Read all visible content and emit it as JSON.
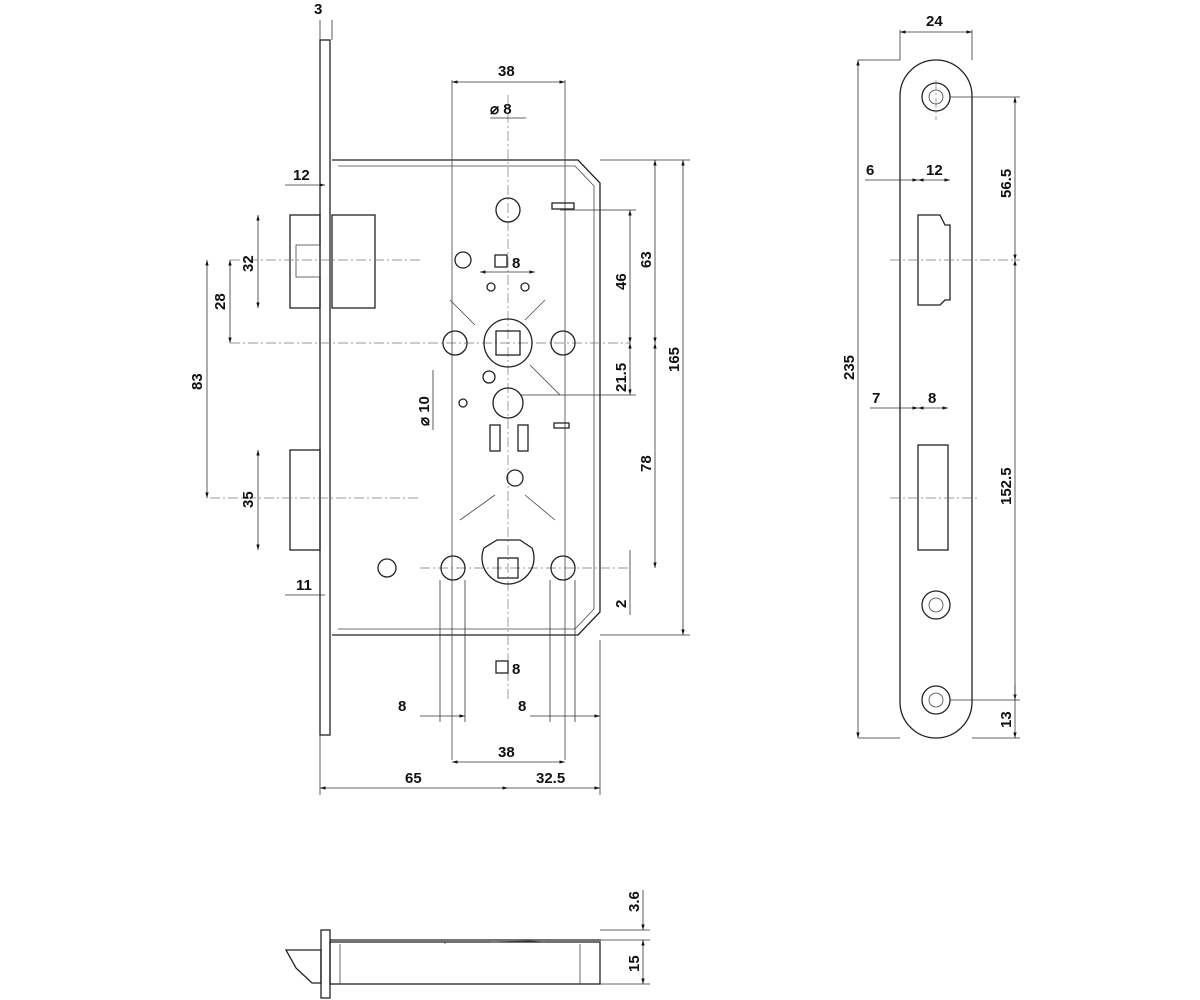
{
  "title": "Mortise lock technical drawing",
  "lock_body": {
    "faceplate_thickness": "3",
    "handle_hole_spacing": "38",
    "hole_diameter_top": "⌀ 8",
    "latch_projection": "12",
    "latch_height": "32",
    "latch_to_spindle": "28",
    "latch_to_bolt": "83",
    "bolt_height": "35",
    "bolt_projection": "11",
    "spindle_square": "8",
    "spindle_to_top_hole": "46",
    "spindle_to_top": "63",
    "case_height": "165",
    "spindle_to_lower_hole": "21.5",
    "lower_hole_diameter": "⌀ 10",
    "distance_spindle_cylinder": "78",
    "cylinder_offset": "2",
    "cylinder_square": "8",
    "left_hole_width": "8",
    "right_hole_width": "8",
    "bottom_hole_spacing": "38",
    "backset": "65",
    "case_rear": "32.5"
  },
  "strike_plate": {
    "width": "24",
    "latch_offset": "6",
    "latch_opening": "12",
    "top_to_latch": "56.5",
    "length": "235",
    "bolt_offset": "7",
    "bolt_opening": "8",
    "latch_to_bottom": "152.5",
    "bottom_screw": "13"
  },
  "side_view": {
    "faceplate_thickness": "3.6",
    "case_depth": "15"
  }
}
